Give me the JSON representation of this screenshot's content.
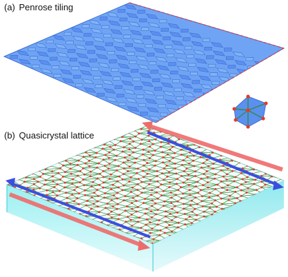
{
  "panels": [
    {
      "letter": "(a)",
      "title": "Penrose tiling"
    },
    {
      "letter": "(b)",
      "title": "Quasicrystal lattice"
    }
  ],
  "colors": {
    "tile_thick": "#5b8ff0",
    "tile_thin": "#7fb3f7",
    "tile_stroke": "#3f6fd1",
    "dashed_edge": "#e03a3a",
    "lattice_bond": "#2f8f3a",
    "lattice_node": "#e23b2a",
    "slab_top": "#e8f6f8",
    "slab_side": "#7fe9ee",
    "arrow_blue": "#3a4fe0",
    "arrow_red": "#ef6b6b"
  }
}
